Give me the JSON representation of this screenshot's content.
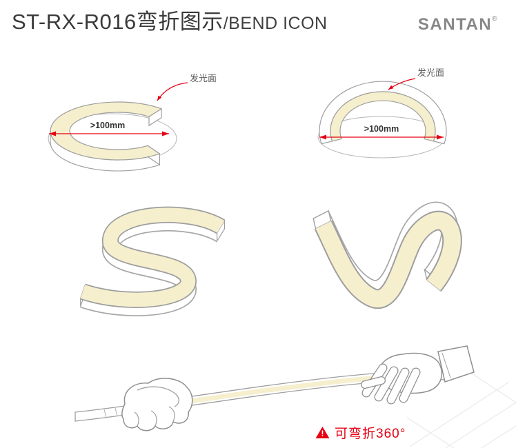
{
  "header": {
    "title": "ST-RX-R016弯折图示",
    "subtitle": "/BEND ICON",
    "brand": "SANTAN",
    "brand_mark": "®"
  },
  "circle_flat": {
    "glow_label": "发光面",
    "min_diameter": ">100mm"
  },
  "circle_side": {
    "glow_label": "发光面",
    "min_diameter": ">100mm"
  },
  "warning": {
    "mark": "!",
    "text": "可弯折360°"
  },
  "colors": {
    "accent_red": "#e60012",
    "glow_face": "#f5efce",
    "outline_gray": "#9e9e9e"
  },
  "icons": {
    "warning-triangle-icon": "▲ red triangle with white exclamation",
    "dimension-arrow-icon": "double-headed red arrow",
    "leader-arrow-icon": "curved red pointer line"
  }
}
